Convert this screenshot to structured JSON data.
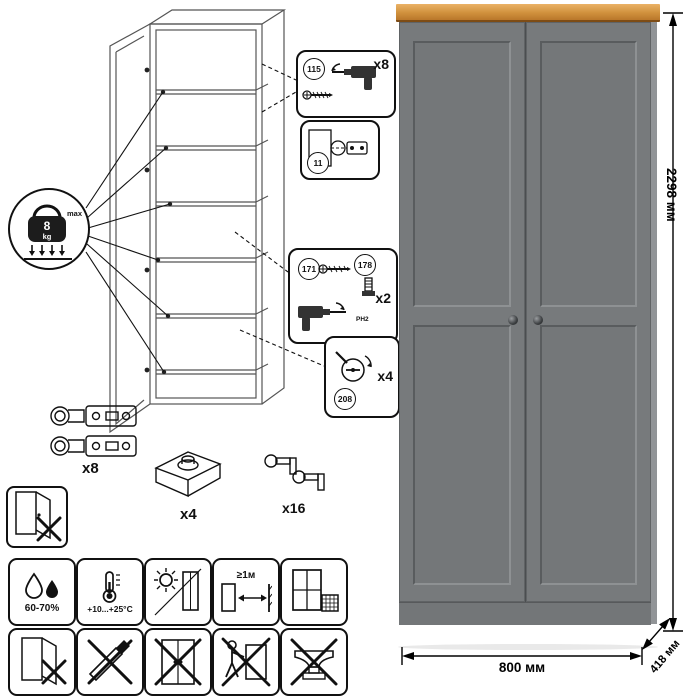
{
  "dimensions": {
    "height": "2298 мм",
    "width": "800 мм",
    "depth": "418 мм"
  },
  "weight_limit": {
    "value": "8",
    "unit": "kg",
    "max_label": "max"
  },
  "details": {
    "hinge": {
      "count": "x8",
      "screw_part": "115",
      "mount_part": "11"
    },
    "screws": {
      "count": "x2",
      "part_a": "171",
      "part_b": "178",
      "bit": "PH2"
    },
    "cam": {
      "count": "x4",
      "part": "208"
    }
  },
  "hardware": {
    "hinges": "x8",
    "feet": "x4",
    "shelf_pins": "x16"
  },
  "care": {
    "humidity": "60-70%",
    "temperature": "+10...+25°C",
    "distance": "≥1м"
  }
}
